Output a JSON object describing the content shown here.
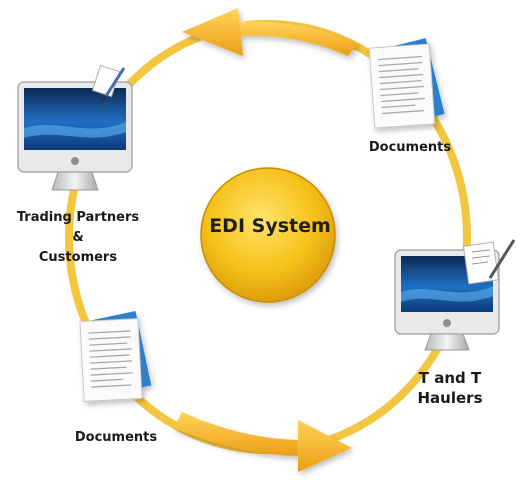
{
  "center": {
    "label": "EDI System"
  },
  "nodes": {
    "trading_partners": {
      "lines": [
        "Trading Partners",
        "&",
        "Customers"
      ],
      "icon": "computer-icon"
    },
    "haulers": {
      "lines": [
        "T and T",
        "Haulers"
      ],
      "icon": "computer-icon"
    }
  },
  "documents": {
    "top_right": {
      "label": "Documents",
      "icon": "document-stack-icon"
    },
    "bottom_left": {
      "label": "Documents",
      "icon": "document-stack-icon"
    }
  },
  "colors": {
    "cycle_ring": "#f3c63f",
    "arrow": "#f5b52a",
    "center_circle": "#f6c21a",
    "document_accent": "#2e7fc8",
    "screen": "#1f6fc4"
  }
}
